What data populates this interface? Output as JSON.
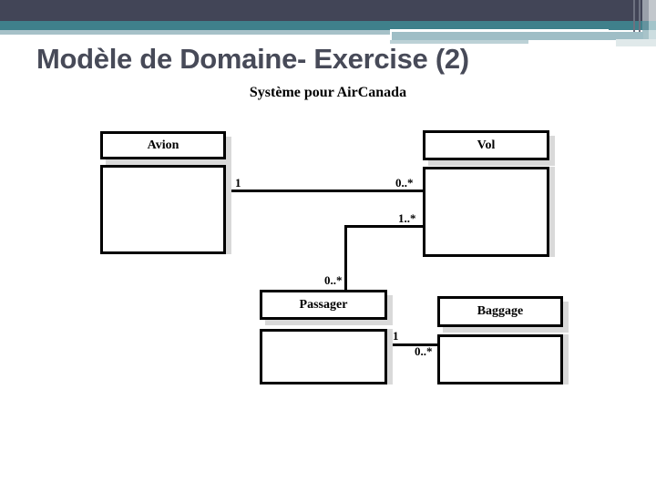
{
  "slide": {
    "title": "Modèle de Domaine- Exercise (2)",
    "subtitle": "Système pour AirCanada"
  },
  "diagram": {
    "type": "uml-domain-model",
    "classes": [
      {
        "name": "Avion"
      },
      {
        "name": "Vol"
      },
      {
        "name": "Passager"
      },
      {
        "name": "Baggage"
      }
    ],
    "associations": [
      {
        "from": "Avion",
        "to": "Vol",
        "from_mult": "1",
        "to_mult": "0..*"
      },
      {
        "from": "Vol",
        "to": "Passager",
        "from_mult": "1..*",
        "to_mult": "0..*"
      },
      {
        "from": "Passager",
        "to": "Baggage",
        "from_mult": "1",
        "to_mult": "0..*"
      }
    ]
  },
  "colors": {
    "band_navy": "#424557",
    "band_teal": "#3f808b",
    "band_light_blue": "#a6c1c8",
    "box_shadow_gray": "#d9d9d9",
    "title_text": "#474a58",
    "diagram_line": "#000000"
  }
}
